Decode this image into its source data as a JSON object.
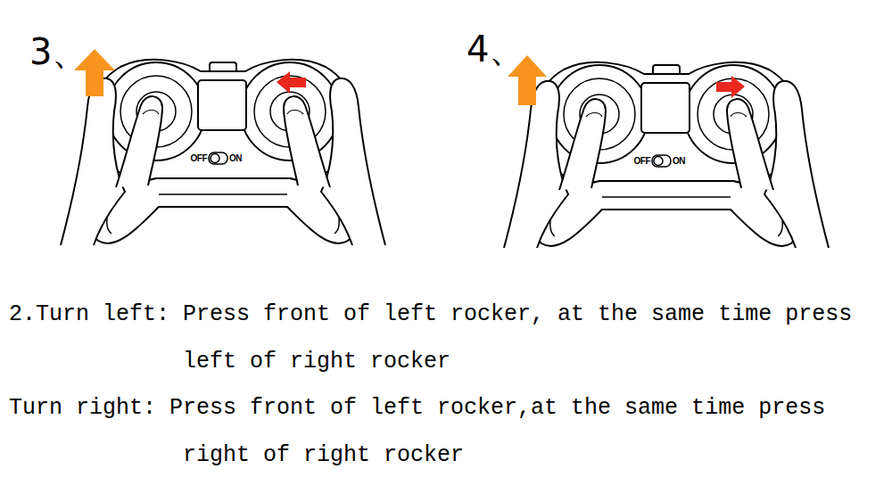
{
  "diagram": {
    "labels": [
      "3、",
      "OFF",
      "ON",
      "4、",
      "OFF",
      "ON",
      "2.Turn left: Press front of left rocker, at the same time press left of right rocker",
      "Turn right: Press front of left rocker,at the same time press right of right rocker"
    ]
  }
}
